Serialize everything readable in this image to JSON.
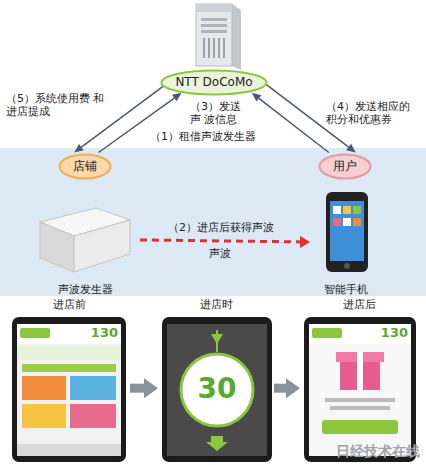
{
  "diagram": {
    "nodes": [
      {
        "text": [
          "NTT DoCoMo"
        ]
      },
      {
        "text": [
          "店铺"
        ]
      },
      {
        "text": [
          "用户"
        ]
      },
      {
        "text": [
          "声波发生器"
        ]
      },
      {
        "text": [
          "智能手机"
        ]
      },
      {
        "text": [
          "进店前"
        ]
      },
      {
        "text": [
          "进店时"
        ]
      },
      {
        "text": [
          "进店后"
        ]
      }
    ],
    "edges": [
      {
        "from": 1,
        "to": 0,
        "label": "（1）租借声波发生器",
        "arrow": "to"
      },
      {
        "from": 3,
        "to": 4,
        "label": "（2）进店后获得声波",
        "arrow": "to"
      },
      {
        "from": 2,
        "to": 0,
        "label": "（3）发送声 波信息",
        "arrow": "to"
      },
      {
        "from": 0,
        "to": 2,
        "label": "（4）发送相应的 积分和优惠券",
        "arrow": "to"
      },
      {
        "from": 0,
        "to": 1,
        "label": "（5）系统使用费 和进店提成",
        "arrow": "to"
      },
      {
        "from": 5,
        "to": 6,
        "arrow": "to"
      },
      {
        "from": 6,
        "to": 7,
        "arrow": "to"
      }
    ],
    "labels": [
      "声波",
      "130",
      "30",
      "130",
      "日经技术在线"
    ]
  }
}
